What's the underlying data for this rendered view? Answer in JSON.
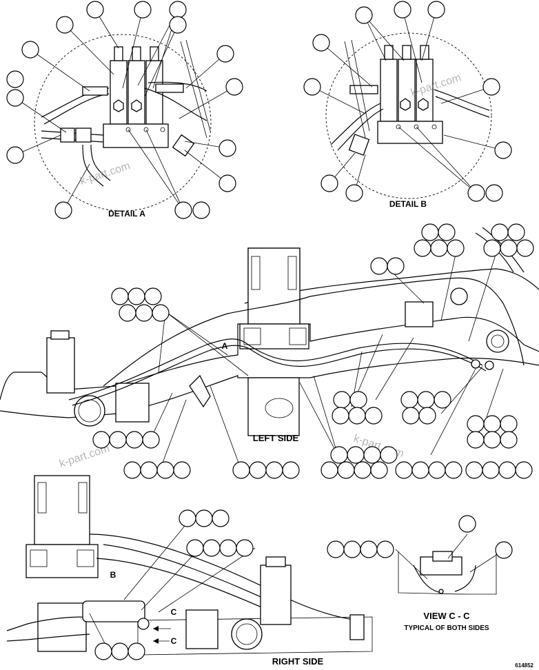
{
  "labels": {
    "detail_a": "DETAIL A",
    "detail_b": "DETAIL B",
    "left_side": "LEFT SIDE",
    "right_side": "RIGHT SIDE",
    "view_cc": "VIEW C - C",
    "view_cc_sub": "TYPICAL OF BOTH SIDES",
    "marker_a": "A",
    "marker_b": "B",
    "marker_c1": "C",
    "marker_c2": "C",
    "figure_number": "614852"
  },
  "watermarks": [
    "k-part.com",
    "k-part.com",
    "k-part.com",
    "k-part.com"
  ]
}
